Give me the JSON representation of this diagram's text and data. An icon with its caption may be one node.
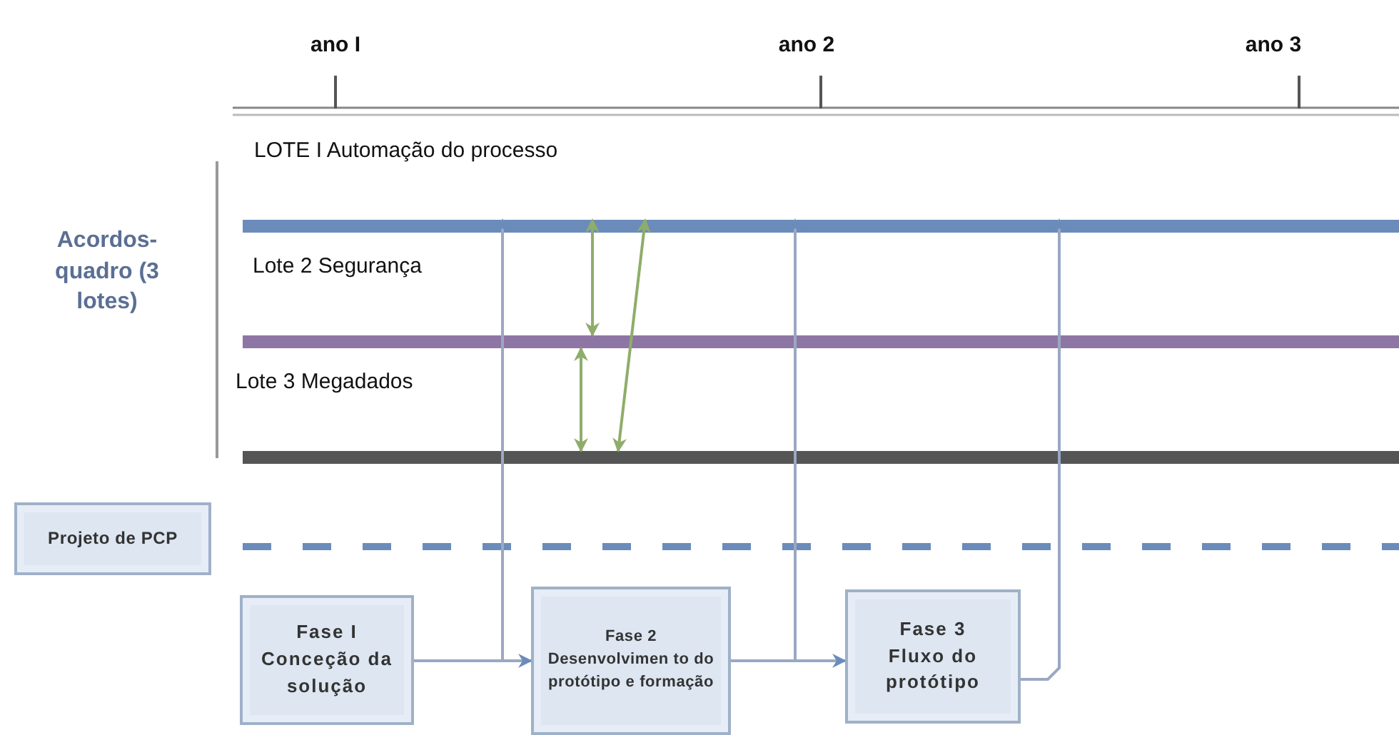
{
  "diagram": {
    "nodes": [
      {
        "text": [],
        "shape": "bar"
      },
      {
        "text": [],
        "shape": "bar"
      },
      {
        "text": [],
        "shape": "bar"
      },
      {
        "text": [
          "Projeto de PCP"
        ]
      },
      {
        "text": [
          "Fase I",
          "Conceção da solução"
        ]
      },
      {
        "text": [
          "Fase 2",
          "Desenvolvimen to do protótipo e formação"
        ]
      },
      {
        "text": [
          "Fase 3",
          "Fluxo do protótipo"
        ]
      }
    ],
    "edges": [
      {
        "from": 4,
        "to": 5,
        "arrow": "to"
      },
      {
        "from": 5,
        "to": 6,
        "arrow": "to"
      },
      {
        "from": 4,
        "to": 0,
        "arrow": "to"
      },
      {
        "from": 5,
        "to": 0,
        "arrow": "to"
      },
      {
        "from": 6,
        "to": 0,
        "arrow": "to"
      },
      {
        "from": 0,
        "to": 1,
        "arrow": "both",
        "color": "#8fad6a"
      },
      {
        "from": 1,
        "to": 2,
        "arrow": "both",
        "color": "#8fad6a"
      },
      {
        "from": 0,
        "to": 2,
        "arrow": "both",
        "color": "#8fad6a"
      }
    ],
    "labels": [
      "ano I",
      "ano 2",
      "ano 3",
      "LOTE I Automação do processo",
      "Acordos-quadro (3 lotes)",
      "Lote 2 Segurança",
      "Lote 3 Megadados"
    ]
  }
}
